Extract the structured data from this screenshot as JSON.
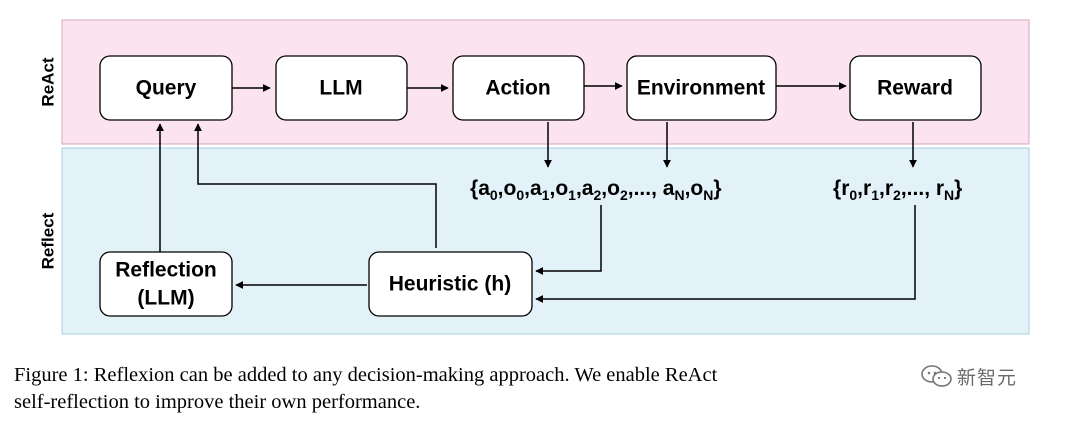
{
  "diagram": {
    "sections": {
      "react": {
        "label": "ReAct",
        "fill": "#fbe4f0",
        "stroke": "#d6a9c4"
      },
      "reflect": {
        "label": "Reflect",
        "fill": "#e3f2f9",
        "stroke": "#a9cfe0"
      }
    },
    "nodes": {
      "query": "Query",
      "llm": "LLM",
      "action": "Action",
      "environment": "Environment",
      "reward": "Reward",
      "reflection_line1": "Reflection",
      "reflection_line2": "(LLM)",
      "heuristic": "Heuristic (h)"
    },
    "trajectory": {
      "open": "{",
      "close": "}",
      "terms": [
        {
          "base": "a",
          "sub": "0"
        },
        {
          "base": "o",
          "sub": "0"
        },
        {
          "base": "a",
          "sub": "1"
        },
        {
          "base": "o",
          "sub": "1"
        },
        {
          "base": "a",
          "sub": "2"
        },
        {
          "base": "o",
          "sub": "2"
        },
        {
          "base": "...",
          "sub": ""
        },
        {
          "base": " a",
          "sub": "N"
        },
        {
          "base": "o",
          "sub": "N"
        }
      ]
    },
    "rewards": {
      "open": "{",
      "close": "}",
      "terms": [
        {
          "base": "r",
          "sub": "0"
        },
        {
          "base": "r",
          "sub": "1"
        },
        {
          "base": "r",
          "sub": "2"
        },
        {
          "base": "...",
          "sub": ""
        },
        {
          "base": " r",
          "sub": "N"
        }
      ]
    }
  },
  "caption": {
    "line1": "Figure 1: Reflexion can be added to any decision-making approach. We enable ReAct",
    "line2": "self-reflection to improve their own performance."
  },
  "watermark": {
    "text": "新智元",
    "icon": "wechat-icon"
  }
}
